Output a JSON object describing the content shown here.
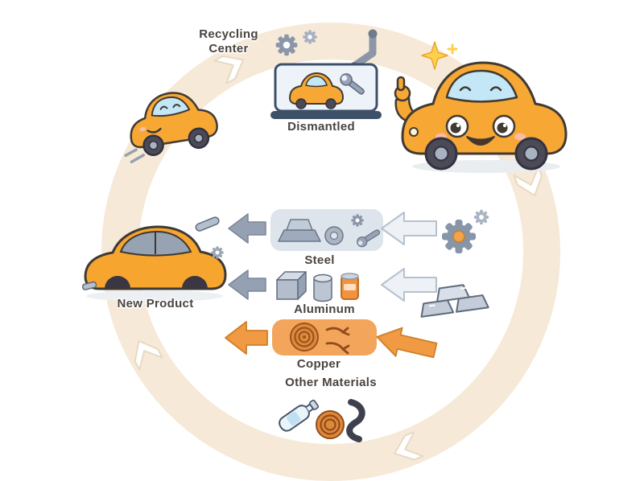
{
  "diagram": {
    "type": "cycle",
    "subject": "car recycling loop",
    "direction": "clockwise",
    "stages": [
      "car in use",
      "recycling center",
      "dismantled",
      "materials recovered",
      "new product"
    ]
  },
  "labels": {
    "recycling_center": {
      "line1": "Recycling",
      "line2": "Center"
    },
    "dismantled": "Dismantled",
    "new_product": "New Product",
    "steel": "Steel",
    "aluminum": "Aluminum",
    "copper": "Copper",
    "other_materials": "Other Materials"
  },
  "materials": [
    "Steel",
    "Aluminum",
    "Copper",
    "Other Materials"
  ],
  "colors": {
    "background": "#ffffff",
    "ring": "#f6e9d7",
    "car_orange": "#f7a733",
    "outline_dark": "#403a33",
    "steel_gray": "#9aa5b7",
    "panel_gray_blue": "#dde4ec",
    "copper_panel": "#f4a55c",
    "arrow_orange": "#f09a43",
    "arrow_gray": "#95a1b3",
    "label_text": "#4a443f",
    "sparkle_yellow": "#ffd04a",
    "windshield_blue": "#c3e7f6"
  },
  "icons": [
    {
      "name": "sparkle-icon",
      "glyph": "four-point star"
    },
    {
      "name": "gear-icon",
      "glyph": "8-tooth gear"
    },
    {
      "name": "wrench-icon",
      "glyph": "open-end wrench"
    },
    {
      "name": "robot-arm-icon",
      "glyph": "articulated arm with claw"
    },
    {
      "name": "cycle-arrow-icon",
      "glyph": "white chevron on ring"
    },
    {
      "name": "motion-lines-icon",
      "glyph": "speed dashes"
    },
    {
      "name": "plastic-bottle-icon",
      "glyph": "bottle"
    },
    {
      "name": "copper-coil-icon",
      "glyph": "coiled wire"
    },
    {
      "name": "rubber-hose-icon",
      "glyph": "curved hose"
    },
    {
      "name": "metal-ingots-icon",
      "glyph": "ingot stack"
    }
  ]
}
